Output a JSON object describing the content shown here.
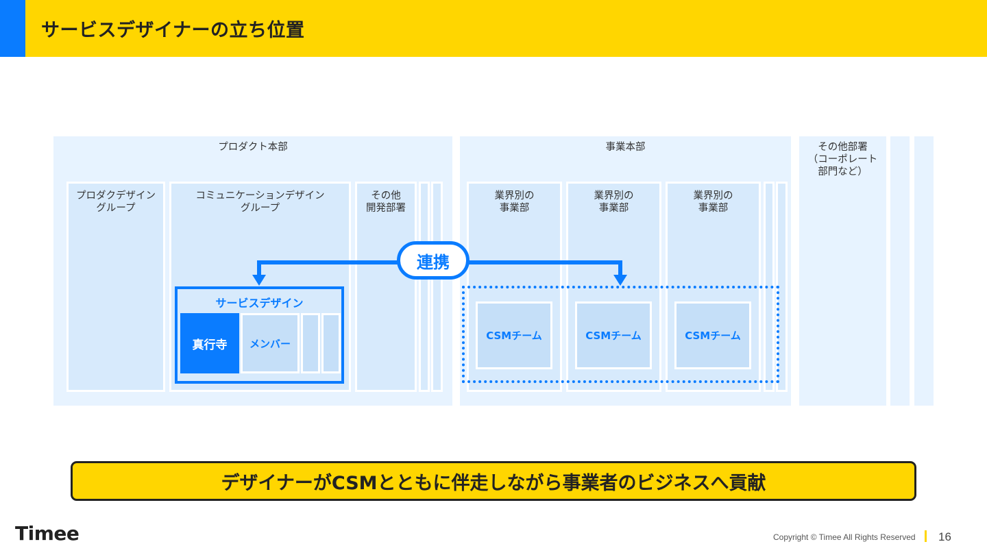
{
  "header": {
    "title": "サービスデザイナーの立ち位置"
  },
  "org": {
    "product_division": "プロダクト本部",
    "product_design_group": "プロダクデザイン\nグループ",
    "communication_design_group": "コミュニケーションデザイン\nグループ",
    "other_dev": "その他\n開発部署",
    "business_division": "事業本部",
    "industry_dept_1": "業界別の\n事業部",
    "industry_dept_2": "業界別の\n事業部",
    "industry_dept_3": "業界別の\n事業部",
    "other_depts": "その他部署\n（コーポレート\n部門など）",
    "service_design": "サービスデザイン",
    "person": "真行寺",
    "members": "メンバー",
    "csm_1": "CSMチーム",
    "csm_2": "CSMチーム",
    "csm_3": "CSMチーム",
    "collaboration": "連携"
  },
  "banner": {
    "text": "デザイナーがCSMとともに伴走しながら事業者のビジネスへ貢献"
  },
  "footer": {
    "logo": "Timee",
    "copyright": "Copyright © Timee All Rights Reserved",
    "page": "16"
  },
  "colors": {
    "accent_yellow": "#FFD600",
    "accent_blue": "#0A7CFF",
    "light_blue": "#D7EAFC"
  }
}
